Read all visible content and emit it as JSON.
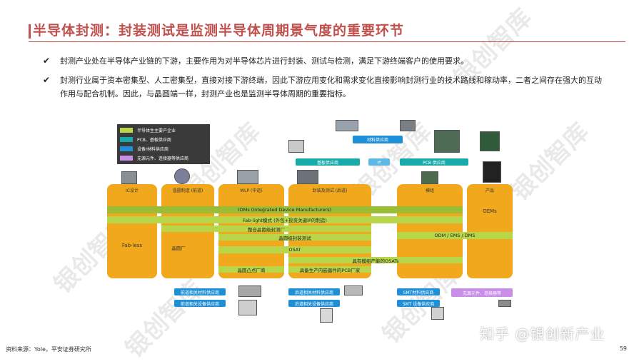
{
  "header": {
    "title": "半导体封测：封装测试是监测半导体周期景气度的重要环节"
  },
  "bullets": [
    "封测产业处在半导体产业链的下游，主要作用为对半导体芯片进行封装、测试与检测，满足下游终端客户的使用要求。",
    "封测行业属于资本密集型、人工密集型，直接对接下游终端，因此下游应用变化和需求变化直接影响封测行业的技术路线和稼动率，二者之间存在强大的互动作用与配合机制。因此，与晶圆端一样，封测产业也是监测半导体周期的重要指标。"
  ],
  "diagram": {
    "legend": [
      {
        "label": "半导体生主要产企业",
        "color": "#b7d64a"
      },
      {
        "label": "PCB、基板供应商",
        "color": "#18a9a9"
      },
      {
        "label": "设备/材料供应商",
        "color": "#1f8fd7"
      },
      {
        "label": "无源元件、连接器等供应商",
        "color": "#c88ee8"
      }
    ],
    "stages": [
      {
        "label": "IC设计"
      },
      {
        "label": "晶圆制造\n(前道)"
      },
      {
        "label": "WLP\n(中道)"
      },
      {
        "label": "封装及测试\n(后道)"
      },
      {
        "label": "模组"
      },
      {
        "label": "产品"
      }
    ],
    "stage_inner": {
      "fabless": "Fab-less",
      "fab": "晶圆厂",
      "oems": "OEMs",
      "odm": "ODM / EMS / DMS"
    },
    "bars": [
      "IDMs (Integrated Device Manufacturers)",
      "Fab-light模式 (外包+投资关键IP的制造)",
      "整合晶圆级封测厂",
      "晶圆级封装测试",
      "OSAT",
      "具有模组产能的OSATs",
      "晶圆凸点厂商",
      "具备生产内嵌器件的PCB厂家"
    ],
    "suppliers": {
      "material": "材料供应商",
      "substrate": "基板供应商",
      "pcb": "PCB 供应商",
      "front_material": "前道相关材料供应商",
      "front_equipment": "前道相关设备供应商",
      "back_material": "后道相关材料供应商",
      "back_equipment": "后道相关设备供应商",
      "smt_material": "SMT材料供应商",
      "smt_equipment": "SMT 设备供应商",
      "passive": "无源元件、连接器等"
    }
  },
  "footer": {
    "source": "资料来源：Yole，平安证券研究所",
    "page": "59",
    "watermark_zhihu": "知乎 @银创新产业",
    "watermark_text": "银创智库"
  }
}
